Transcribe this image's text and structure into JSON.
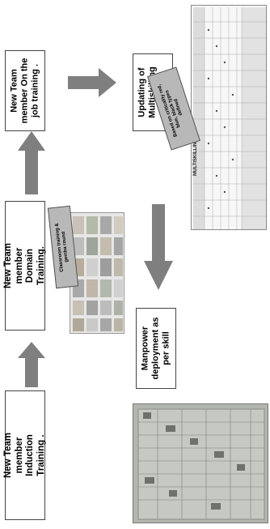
{
  "steps": {
    "induction": [
      "New Team",
      "member",
      "Induction",
      "Training ."
    ],
    "domain": [
      "New Team",
      "member",
      "Domain",
      "Training."
    ],
    "ojt": [
      "New Team",
      "member On the",
      "job training ."
    ],
    "multiskilling": [
      "Updating of",
      "Multiskilling",
      "chart"
    ],
    "deployment": [
      "Manpower",
      "deployment as",
      "per skill"
    ]
  },
  "callouts": {
    "classroom": [
      "Classroom training &",
      "gemba round"
    ],
    "criticality": [
      "Based on criticality red,",
      "blue, black types",
      "defined"
    ]
  },
  "chart_image": {
    "title": "MULTISKILLING"
  },
  "colors": {
    "arrow": "#7f7f7f",
    "border": "#444444",
    "callout": "#b8b8b8"
  }
}
